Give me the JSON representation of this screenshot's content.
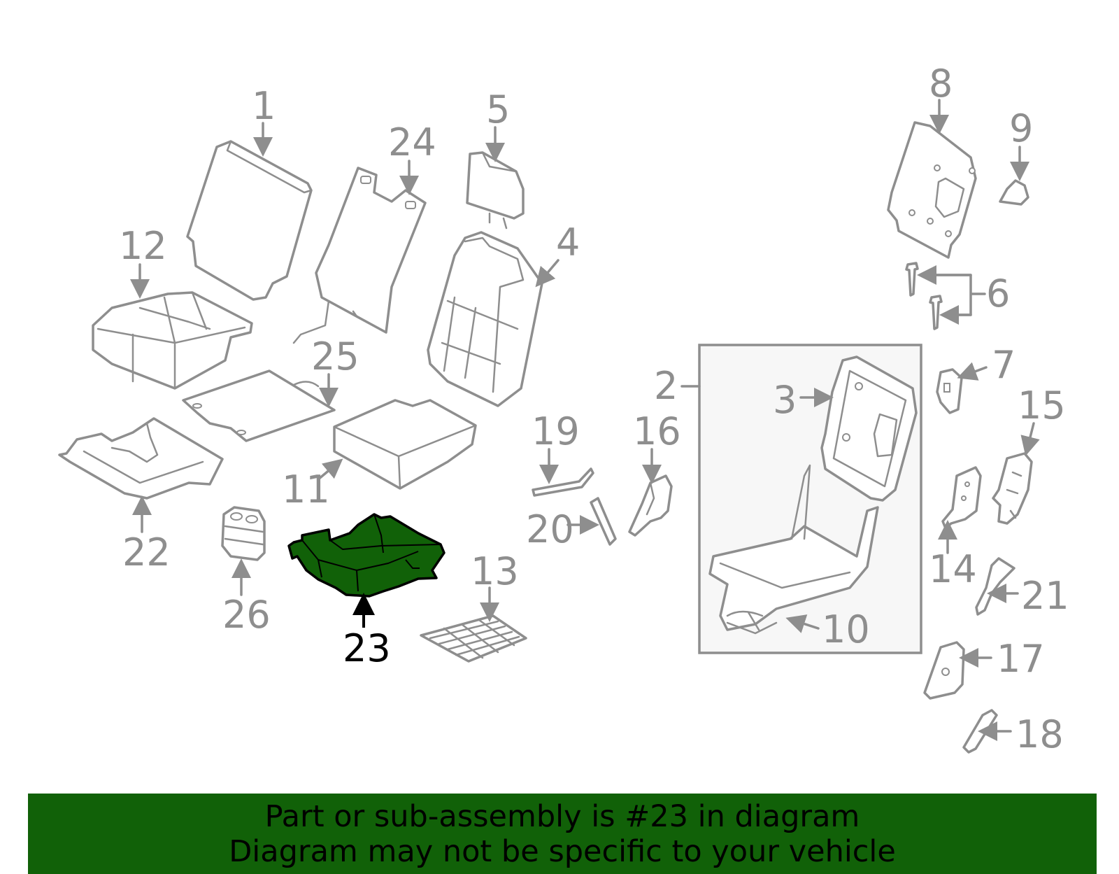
{
  "diagram": {
    "highlighted_part": "23",
    "callouts": [
      "1",
      "2",
      "3",
      "4",
      "5",
      "6",
      "7",
      "8",
      "9",
      "10",
      "11",
      "12",
      "13",
      "14",
      "15",
      "16",
      "17",
      "18",
      "19",
      "20",
      "21",
      "22",
      "23",
      "24",
      "25",
      "26"
    ],
    "colors": {
      "line": "#8e8e8e",
      "highlight_fill": "#116108",
      "highlight_label": "#000000"
    }
  },
  "banner": {
    "line1": "Part or sub-assembly is #23 in diagram",
    "line2": "Diagram may not be specific to your vehicle",
    "background": "#116108"
  }
}
